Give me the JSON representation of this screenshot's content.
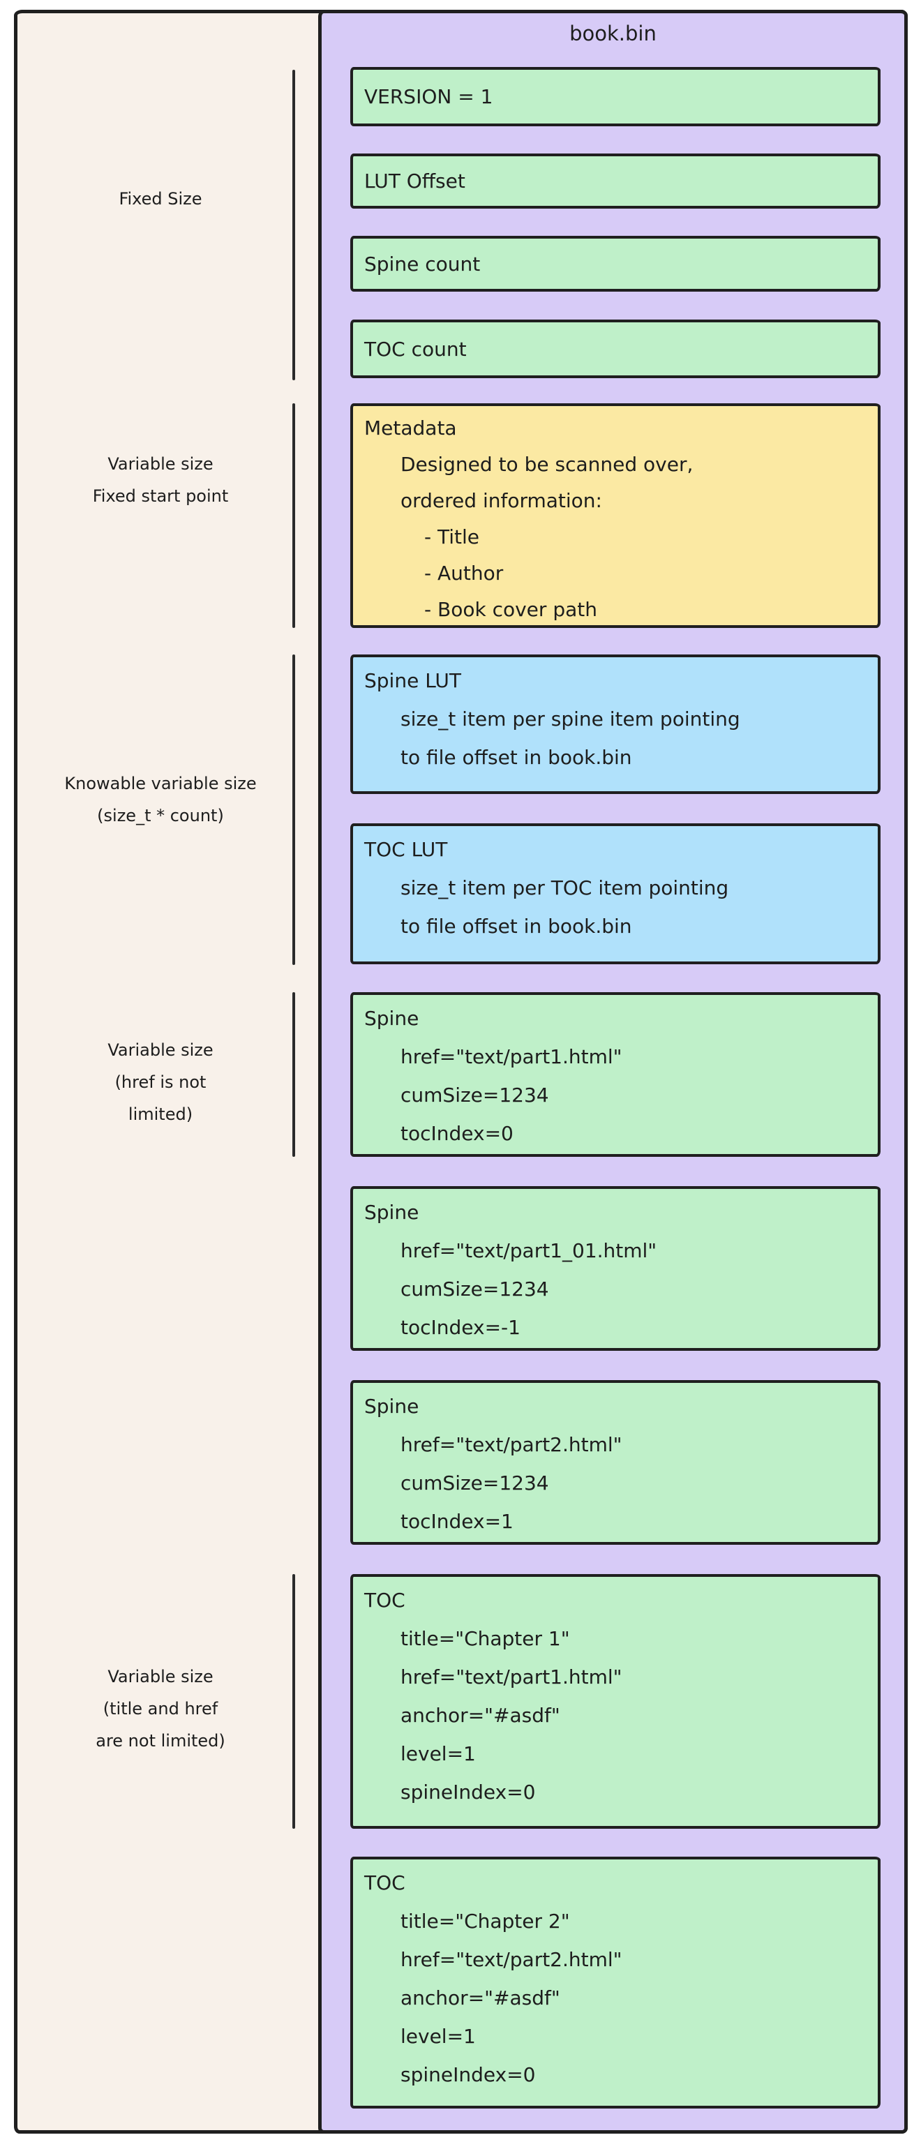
{
  "title": "book.bin",
  "colors": {
    "page_bg": "#ffffff",
    "panel_bg": "#f8f1ea",
    "container_bg": "#d7cbf7",
    "green_box": "#bff0c9",
    "yellow_box": "#fbe9a3",
    "blue_box": "#b0e1fb",
    "stroke": "#1f1f1f",
    "text": "#1d1d1d"
  },
  "left_labels": [
    {
      "lines": [
        "Fixed Size"
      ]
    },
    {
      "lines": [
        "Variable size",
        "Fixed start point"
      ]
    },
    {
      "lines": [
        "Knowable variable size",
        "(size_t * count)"
      ]
    },
    {
      "lines": [
        "Variable size",
        "(href is not",
        "limited)"
      ]
    },
    {
      "lines": [
        "Variable size",
        "(title and href",
        "are not limited)"
      ]
    }
  ],
  "boxes": [
    {
      "id": "version",
      "color": "green",
      "lines": [
        "VERSION = 1"
      ]
    },
    {
      "id": "lut-offset",
      "color": "green",
      "lines": [
        "LUT Offset"
      ]
    },
    {
      "id": "spine-count",
      "color": "green",
      "lines": [
        "Spine count"
      ]
    },
    {
      "id": "toc-count",
      "color": "green",
      "lines": [
        "TOC count"
      ]
    },
    {
      "id": "metadata",
      "color": "yellow",
      "lines": [
        "Metadata",
        "Designed to be scanned over,",
        "ordered information:",
        "- Title",
        "- Author",
        "- Book cover path"
      ]
    },
    {
      "id": "spine-lut",
      "color": "blue",
      "lines": [
        "Spine LUT",
        "size_t item per spine item pointing",
        "to file offset in book.bin"
      ]
    },
    {
      "id": "toc-lut",
      "color": "blue",
      "lines": [
        "TOC LUT",
        "size_t item per TOC item pointing",
        "to file offset in book.bin"
      ]
    },
    {
      "id": "spine-part1",
      "color": "green",
      "lines": [
        "Spine",
        "href=\"text/part1.html\"",
        "cumSize=1234",
        "tocIndex=0"
      ]
    },
    {
      "id": "spine-part1-01",
      "color": "green",
      "lines": [
        "Spine",
        "href=\"text/part1_01.html\"",
        "cumSize=1234",
        "tocIndex=-1"
      ]
    },
    {
      "id": "spine-part2",
      "color": "green",
      "lines": [
        "Spine",
        "href=\"text/part2.html\"",
        "cumSize=1234",
        "tocIndex=1"
      ]
    },
    {
      "id": "toc-chapter1",
      "color": "green",
      "lines": [
        "TOC",
        "title=\"Chapter 1\"",
        "href=\"text/part1.html\"",
        "anchor=\"#asdf\"",
        "level=1",
        "spineIndex=0"
      ]
    },
    {
      "id": "toc-chapter2",
      "color": "green",
      "lines": [
        "TOC",
        "title=\"Chapter 2\"",
        "href=\"text/part2.html\"",
        "anchor=\"#asdf\"",
        "level=1",
        "spineIndex=0"
      ]
    }
  ]
}
